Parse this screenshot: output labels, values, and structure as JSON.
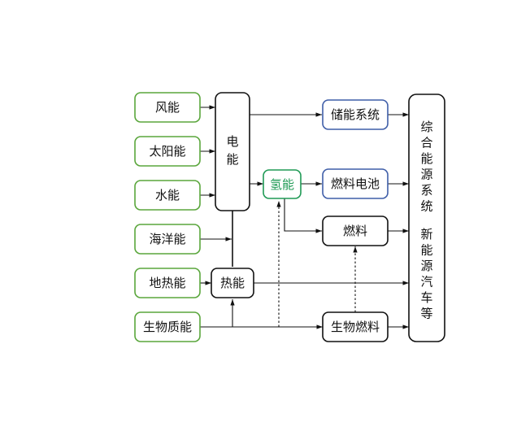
{
  "nodes": {
    "wind": "风能",
    "solar": "太阳能",
    "hydro": "水能",
    "ocean": "海洋能",
    "geothermal": "地热能",
    "biomass": "生物质能",
    "electric": "电能",
    "thermal": "热能",
    "hydrogen": "氢能",
    "storage": "储能系统",
    "fuel_cell": "燃料电池",
    "fuel": "燃料",
    "biofuel": "生物燃料",
    "integrated_line1": "综合能源系统",
    "integrated_line2": "新能源汽车等"
  },
  "colors": {
    "source_border": "#5aa63c",
    "storage_border": "#3f5ea8",
    "hydrogen_border": "#1f9a55",
    "hydrogen_text": "#1f9a55",
    "line": "#111111"
  }
}
